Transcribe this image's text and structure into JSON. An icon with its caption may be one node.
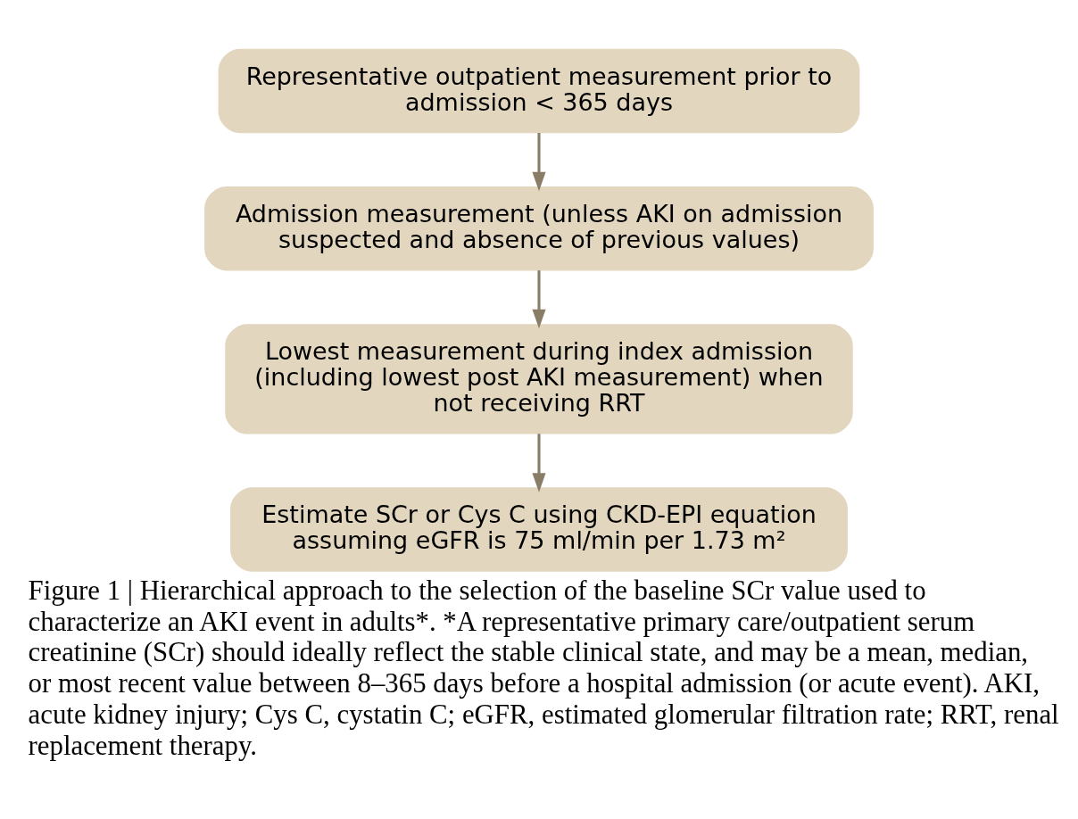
{
  "diagram": {
    "caption": "Figure 1 | Hierarchical approach to the selection of the baseline SCr value used to characterize an AKI event in adults*. *A representative primary care/outpatient serum creatinine (SCr) should ideally reflect the stable clinical state, and may be a mean, median, or most recent value between 8–365 days before a hospital admission (or acute event). AKI, acute kidney injury; Cys C, cystatin C; eGFR, estimated glomerular filtration rate; RRT, renal replacement therapy.",
    "nodes": [
      {
        "text": [
          "Representative outpatient measurement prior to admission < 365 days"
        ]
      },
      {
        "text": [
          "Admission measurement (unless AKI on admission suspected and absence of previous values)"
        ]
      },
      {
        "text": [
          "Lowest measurement during index admission (including lowest post AKI measurement) when not receiving RRT"
        ]
      },
      {
        "text": [
          "Estimate SCr or Cys C using CKD-EPI equation assuming eGFR is 75 ml/min per 1.73 m²"
        ]
      }
    ],
    "edges": [
      {
        "from": 0,
        "to": 1,
        "arrow": "to"
      },
      {
        "from": 1,
        "to": 2,
        "arrow": "to"
      },
      {
        "from": 2,
        "to": 3,
        "arrow": "to"
      }
    ]
  }
}
